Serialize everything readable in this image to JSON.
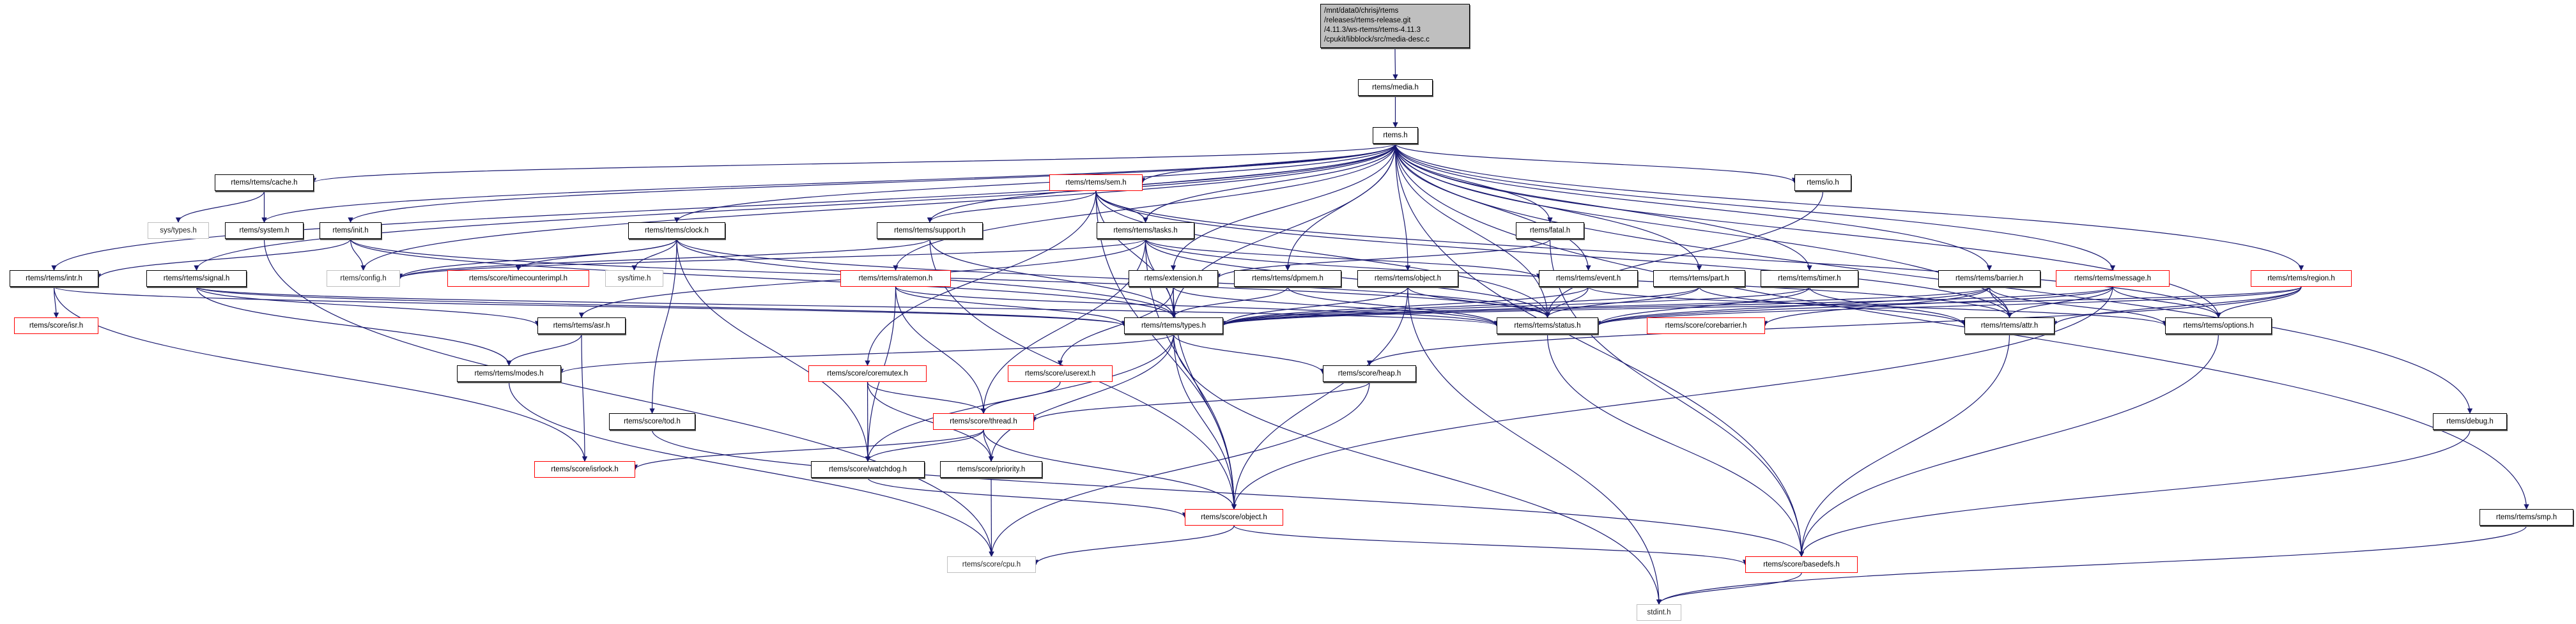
{
  "graph": {
    "edge_color": "#191970",
    "nodes": [
      {
        "label": "/mnt/data0/chrisj/rtems\n/releases/rtems-release.git\n/4.11.3/ws-rtems/rtems-4.11.3\n/cpukit/libblock/src/media-desc.c",
        "style": "root"
      },
      {
        "label": "rtems/media.h",
        "style": "normal"
      },
      {
        "label": "rtems.h",
        "style": "normal"
      },
      {
        "label": "rtems/rtems/cache.h",
        "style": "normal"
      },
      {
        "label": "rtems/rtems/sem.h",
        "style": "red"
      },
      {
        "label": "rtems/io.h",
        "style": "normal"
      },
      {
        "label": "sys/types.h",
        "style": "gray"
      },
      {
        "label": "rtems/system.h",
        "style": "normal"
      },
      {
        "label": "rtems/init.h",
        "style": "normal"
      },
      {
        "label": "rtems/rtems/clock.h",
        "style": "normal"
      },
      {
        "label": "rtems/rtems/support.h",
        "style": "normal"
      },
      {
        "label": "rtems/rtems/tasks.h",
        "style": "normal"
      },
      {
        "label": "rtems/fatal.h",
        "style": "normal"
      },
      {
        "label": "rtems/rtems/intr.h",
        "style": "normal"
      },
      {
        "label": "rtems/rtems/signal.h",
        "style": "normal"
      },
      {
        "label": "rtems/config.h",
        "style": "gray"
      },
      {
        "label": "rtems/score/timecounterimpl.h",
        "style": "red"
      },
      {
        "label": "sys/time.h",
        "style": "gray"
      },
      {
        "label": "rtems/rtems/ratemon.h",
        "style": "red"
      },
      {
        "label": "rtems/extension.h",
        "style": "normal"
      },
      {
        "label": "rtems/rtems/dpmem.h",
        "style": "normal"
      },
      {
        "label": "rtems/rtems/object.h",
        "style": "normal"
      },
      {
        "label": "rtems/rtems/event.h",
        "style": "normal"
      },
      {
        "label": "rtems/rtems/part.h",
        "style": "normal"
      },
      {
        "label": "rtems/rtems/timer.h",
        "style": "normal"
      },
      {
        "label": "rtems/rtems/barrier.h",
        "style": "normal"
      },
      {
        "label": "rtems/rtems/message.h",
        "style": "red"
      },
      {
        "label": "rtems/rtems/region.h",
        "style": "red"
      },
      {
        "label": "rtems/score/isr.h",
        "style": "red"
      },
      {
        "label": "rtems/rtems/asr.h",
        "style": "normal"
      },
      {
        "label": "rtems/rtems/types.h",
        "style": "normal"
      },
      {
        "label": "rtems/rtems/status.h",
        "style": "normal"
      },
      {
        "label": "rtems/score/corebarrier.h",
        "style": "red"
      },
      {
        "label": "rtems/rtems/attr.h",
        "style": "normal"
      },
      {
        "label": "rtems/rtems/options.h",
        "style": "normal"
      },
      {
        "label": "rtems/rtems/modes.h",
        "style": "normal"
      },
      {
        "label": "rtems/score/coremutex.h",
        "style": "red"
      },
      {
        "label": "rtems/score/userext.h",
        "style": "red"
      },
      {
        "label": "rtems/score/heap.h",
        "style": "normal"
      },
      {
        "label": "rtems/score/tod.h",
        "style": "normal"
      },
      {
        "label": "rtems/score/thread.h",
        "style": "red"
      },
      {
        "label": "rtems/debug.h",
        "style": "normal"
      },
      {
        "label": "rtems/score/isrlock.h",
        "style": "red"
      },
      {
        "label": "rtems/score/watchdog.h",
        "style": "normal"
      },
      {
        "label": "rtems/score/priority.h",
        "style": "normal"
      },
      {
        "label": "rtems/score/object.h",
        "style": "red"
      },
      {
        "label": "rtems/rtems/smp.h",
        "style": "normal"
      },
      {
        "label": "rtems/score/cpu.h",
        "style": "gray"
      },
      {
        "label": "rtems/score/basedefs.h",
        "style": "red"
      },
      {
        "label": "stdint.h",
        "style": "gray"
      }
    ],
    "edges": [
      [
        "/mnt/data0/chrisj/rtems\n/releases/rtems-release.git\n/4.11.3/ws-rtems/rtems-4.11.3\n/cpukit/libblock/src/media-desc.c",
        "rtems/media.h"
      ],
      [
        "rtems/media.h",
        "rtems.h"
      ],
      [
        "rtems.h",
        "rtems/rtems/cache.h"
      ],
      [
        "rtems.h",
        "rtems/system.h"
      ],
      [
        "rtems.h",
        "rtems/init.h"
      ],
      [
        "rtems.h",
        "rtems/rtems/intr.h"
      ],
      [
        "rtems.h",
        "rtems/rtems/signal.h"
      ],
      [
        "rtems.h",
        "rtems/config.h"
      ],
      [
        "rtems.h",
        "rtems/rtems/clock.h"
      ],
      [
        "rtems.h",
        "rtems/rtems/support.h"
      ],
      [
        "rtems.h",
        "rtems/rtems/sem.h"
      ],
      [
        "rtems.h",
        "rtems/rtems/tasks.h"
      ],
      [
        "rtems.h",
        "rtems/fatal.h"
      ],
      [
        "rtems.h",
        "rtems/io.h"
      ],
      [
        "rtems.h",
        "rtems/rtems/ratemon.h"
      ],
      [
        "rtems.h",
        "rtems/extension.h"
      ],
      [
        "rtems.h",
        "rtems/rtems/dpmem.h"
      ],
      [
        "rtems.h",
        "rtems/rtems/object.h"
      ],
      [
        "rtems.h",
        "rtems/rtems/event.h"
      ],
      [
        "rtems.h",
        "rtems/rtems/part.h"
      ],
      [
        "rtems.h",
        "rtems/rtems/timer.h"
      ],
      [
        "rtems.h",
        "rtems/rtems/barrier.h"
      ],
      [
        "rtems.h",
        "rtems/rtems/message.h"
      ],
      [
        "rtems.h",
        "rtems/rtems/region.h"
      ],
      [
        "rtems.h",
        "rtems/rtems/types.h"
      ],
      [
        "rtems.h",
        "rtems/rtems/status.h"
      ],
      [
        "rtems.h",
        "rtems/rtems/attr.h"
      ],
      [
        "rtems.h",
        "rtems/rtems/options.h"
      ],
      [
        "rtems.h",
        "rtems/debug.h"
      ],
      [
        "rtems.h",
        "rtems/rtems/smp.h"
      ],
      [
        "rtems.h",
        "rtems/score/basedefs.h"
      ],
      [
        "rtems/rtems/cache.h",
        "sys/types.h"
      ],
      [
        "rtems/rtems/cache.h",
        "rtems/system.h"
      ],
      [
        "rtems/system.h",
        "rtems/score/cpu.h"
      ],
      [
        "rtems/init.h",
        "rtems/rtems/intr.h"
      ],
      [
        "rtems/init.h",
        "rtems/config.h"
      ],
      [
        "rtems/init.h",
        "rtems/rtems/types.h"
      ],
      [
        "rtems/init.h",
        "rtems/rtems/status.h"
      ],
      [
        "rtems/rtems/intr.h",
        "rtems/score/isr.h"
      ],
      [
        "rtems/rtems/intr.h",
        "rtems/score/isrlock.h"
      ],
      [
        "rtems/rtems/intr.h",
        "rtems/rtems/types.h"
      ],
      [
        "rtems/rtems/signal.h",
        "rtems/rtems/asr.h"
      ],
      [
        "rtems/rtems/signal.h",
        "rtems/rtems/modes.h"
      ],
      [
        "rtems/rtems/signal.h",
        "rtems/rtems/types.h"
      ],
      [
        "rtems/rtems/signal.h",
        "rtems/rtems/status.h"
      ],
      [
        "rtems/rtems/clock.h",
        "rtems/config.h"
      ],
      [
        "rtems/rtems/clock.h",
        "rtems/score/timecounterimpl.h"
      ],
      [
        "rtems/rtems/clock.h",
        "sys/time.h"
      ],
      [
        "rtems/rtems/clock.h",
        "rtems/score/tod.h"
      ],
      [
        "rtems/rtems/clock.h",
        "rtems/score/watchdog.h"
      ],
      [
        "rtems/rtems/clock.h",
        "rtems/rtems/types.h"
      ],
      [
        "rtems/rtems/clock.h",
        "rtems/rtems/status.h"
      ],
      [
        "rtems/rtems/support.h",
        "rtems/config.h"
      ],
      [
        "rtems/rtems/support.h",
        "rtems/rtems/types.h"
      ],
      [
        "rtems/rtems/support.h",
        "rtems/score/object.h"
      ],
      [
        "rtems/rtems/sem.h",
        "rtems/rtems/support.h"
      ],
      [
        "rtems/rtems/sem.h",
        "rtems/rtems/tasks.h"
      ],
      [
        "rtems/rtems/sem.h",
        "rtems/rtems/types.h"
      ],
      [
        "rtems/rtems/sem.h",
        "rtems/rtems/status.h"
      ],
      [
        "rtems/rtems/sem.h",
        "rtems/rtems/attr.h"
      ],
      [
        "rtems/rtems/sem.h",
        "rtems/rtems/options.h"
      ],
      [
        "rtems/rtems/sem.h",
        "rtems/score/coremutex.h"
      ],
      [
        "rtems/rtems/sem.h",
        "rtems/score/object.h"
      ],
      [
        "rtems/rtems/tasks.h",
        "rtems/config.h"
      ],
      [
        "rtems/rtems/tasks.h",
        "rtems/rtems/types.h"
      ],
      [
        "rtems/rtems/tasks.h",
        "rtems/rtems/status.h"
      ],
      [
        "rtems/rtems/tasks.h",
        "rtems/rtems/event.h"
      ],
      [
        "rtems/rtems/tasks.h",
        "rtems/rtems/asr.h"
      ],
      [
        "rtems/rtems/tasks.h",
        "rtems/score/thread.h"
      ],
      [
        "rtems/rtems/tasks.h",
        "rtems/rtems/attr.h"
      ],
      [
        "rtems/rtems/tasks.h",
        "rtems/score/object.h"
      ],
      [
        "rtems/fatal.h",
        "rtems/extension.h"
      ],
      [
        "rtems/fatal.h",
        "rtems/score/basedefs.h"
      ],
      [
        "rtems/rtems/ratemon.h",
        "rtems/rtems/types.h"
      ],
      [
        "rtems/rtems/ratemon.h",
        "rtems/rtems/status.h"
      ],
      [
        "rtems/rtems/ratemon.h",
        "rtems/score/thread.h"
      ],
      [
        "rtems/rtems/ratemon.h",
        "rtems/score/watchdog.h"
      ],
      [
        "rtems/extension.h",
        "rtems/rtems/types.h"
      ],
      [
        "rtems/extension.h",
        "rtems/rtems/status.h"
      ],
      [
        "rtems/extension.h",
        "rtems/score/userext.h"
      ],
      [
        "rtems/extension.h",
        "rtems/score/object.h"
      ],
      [
        "rtems/rtems/dpmem.h",
        "rtems/rtems/types.h"
      ],
      [
        "rtems/rtems/dpmem.h",
        "rtems/rtems/status.h"
      ],
      [
        "rtems/rtems/object.h",
        "rtems/rtems/types.h"
      ],
      [
        "rtems/rtems/object.h",
        "rtems/rtems/status.h"
      ],
      [
        "rtems/rtems/object.h",
        "rtems/score/object.h"
      ],
      [
        "rtems/rtems/object.h",
        "stdint.h"
      ],
      [
        "rtems/rtems/event.h",
        "rtems/rtems/types.h"
      ],
      [
        "rtems/rtems/event.h",
        "rtems/rtems/status.h"
      ],
      [
        "rtems/rtems/event.h",
        "rtems/rtems/options.h"
      ],
      [
        "rtems/rtems/part.h",
        "rtems/rtems/types.h"
      ],
      [
        "rtems/rtems/part.h",
        "rtems/rtems/status.h"
      ],
      [
        "rtems/rtems/part.h",
        "rtems/rtems/attr.h"
      ],
      [
        "rtems/rtems/timer.h",
        "rtems/rtems/types.h"
      ],
      [
        "rtems/rtems/timer.h",
        "rtems/rtems/status.h"
      ],
      [
        "rtems/rtems/timer.h",
        "rtems/rtems/attr.h"
      ],
      [
        "rtems/rtems/barrier.h",
        "rtems/rtems/types.h"
      ],
      [
        "rtems/rtems/barrier.h",
        "rtems/rtems/status.h"
      ],
      [
        "rtems/rtems/barrier.h",
        "rtems/rtems/attr.h"
      ],
      [
        "rtems/rtems/barrier.h",
        "rtems/score/corebarrier.h"
      ],
      [
        "rtems/rtems/barrier.h",
        "rtems/rtems/options.h"
      ],
      [
        "rtems/rtems/message.h",
        "rtems/rtems/types.h"
      ],
      [
        "rtems/rtems/message.h",
        "rtems/rtems/status.h"
      ],
      [
        "rtems/rtems/message.h",
        "rtems/rtems/attr.h"
      ],
      [
        "rtems/rtems/message.h",
        "rtems/rtems/options.h"
      ],
      [
        "rtems/rtems/message.h",
        "rtems/score/object.h"
      ],
      [
        "rtems/rtems/region.h",
        "rtems/rtems/types.h"
      ],
      [
        "rtems/rtems/region.h",
        "rtems/rtems/status.h"
      ],
      [
        "rtems/rtems/region.h",
        "rtems/rtems/attr.h"
      ],
      [
        "rtems/rtems/region.h",
        "rtems/rtems/options.h"
      ],
      [
        "rtems/rtems/region.h",
        "rtems/score/heap.h"
      ],
      [
        "rtems/io.h",
        "rtems/rtems/status.h"
      ],
      [
        "rtems/rtems/types.h",
        "rtems/rtems/modes.h"
      ],
      [
        "rtems/rtems/types.h",
        "rtems/score/heap.h"
      ],
      [
        "rtems/rtems/types.h",
        "rtems/score/object.h"
      ],
      [
        "rtems/rtems/types.h",
        "rtems/score/priority.h"
      ],
      [
        "rtems/rtems/types.h",
        "rtems/score/watchdog.h"
      ],
      [
        "rtems/rtems/types.h",
        "stdint.h"
      ],
      [
        "rtems/rtems/status.h",
        "rtems/score/basedefs.h"
      ],
      [
        "rtems/rtems/attr.h",
        "rtems/score/basedefs.h"
      ],
      [
        "rtems/rtems/options.h",
        "rtems/score/basedefs.h"
      ],
      [
        "rtems/rtems/asr.h",
        "rtems/rtems/modes.h"
      ],
      [
        "rtems/rtems/asr.h",
        "rtems/score/isrlock.h"
      ],
      [
        "rtems/rtems/modes.h",
        "rtems/score/cpu.h"
      ],
      [
        "rtems/score/coremutex.h",
        "rtems/score/thread.h"
      ],
      [
        "rtems/score/coremutex.h",
        "rtems/score/watchdog.h"
      ],
      [
        "rtems/score/coremutex.h",
        "rtems/score/priority.h"
      ],
      [
        "rtems/score/userext.h",
        "rtems/score/thread.h"
      ],
      [
        "rtems/score/heap.h",
        "rtems/score/thread.h"
      ],
      [
        "rtems/score/heap.h",
        "rtems/score/cpu.h"
      ],
      [
        "rtems/score/thread.h",
        "rtems/score/isrlock.h"
      ],
      [
        "rtems/score/thread.h",
        "rtems/score/watchdog.h"
      ],
      [
        "rtems/score/thread.h",
        "rtems/score/priority.h"
      ],
      [
        "rtems/score/thread.h",
        "rtems/score/object.h"
      ],
      [
        "rtems/score/tod.h",
        "rtems/score/basedefs.h"
      ],
      [
        "rtems/score/watchdog.h",
        "rtems/score/object.h"
      ],
      [
        "rtems/score/priority.h",
        "rtems/score/cpu.h"
      ],
      [
        "rtems/score/object.h",
        "rtems/score/cpu.h"
      ],
      [
        "rtems/score/object.h",
        "rtems/score/basedefs.h"
      ],
      [
        "rtems/score/basedefs.h",
        "stdint.h"
      ],
      [
        "rtems/debug.h",
        "rtems/score/basedefs.h"
      ],
      [
        "rtems/rtems/smp.h",
        "stdint.h"
      ]
    ]
  }
}
